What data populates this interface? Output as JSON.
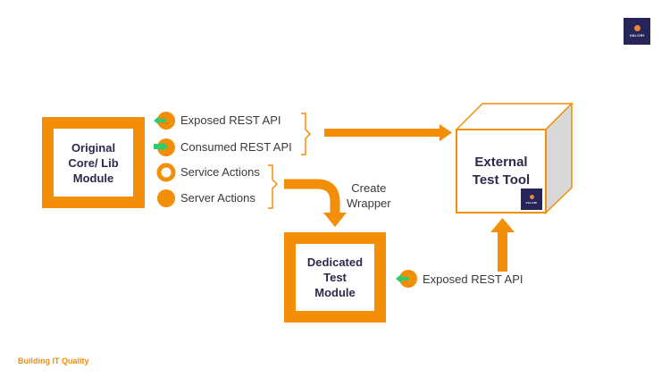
{
  "logo": {
    "text": "VALORI",
    "icon": "valori-logo-icon"
  },
  "modules": {
    "original": "Original\nCore/ Lib\nModule",
    "dedicated": "Dedicated\nTest\nModule",
    "external": "External\nTest Tool"
  },
  "interfaces": [
    {
      "label": "Exposed REST API",
      "icon": "exposed-api-icon"
    },
    {
      "label": "Consumed REST API",
      "icon": "consumed-api-icon"
    },
    {
      "label": "Service Actions",
      "icon": "ring-icon"
    },
    {
      "label": "Server Actions",
      "icon": "filled-circle-icon"
    }
  ],
  "wrapper_label": "Create\nWrapper",
  "dedicated_interface": {
    "label": "Exposed REST API",
    "icon": "exposed-api-icon"
  },
  "footer": "Building IT Quality",
  "colors": {
    "accent": "#f28e07",
    "green": "#2ecc71",
    "navy": "#27245a",
    "text": "#2b2a4c"
  }
}
